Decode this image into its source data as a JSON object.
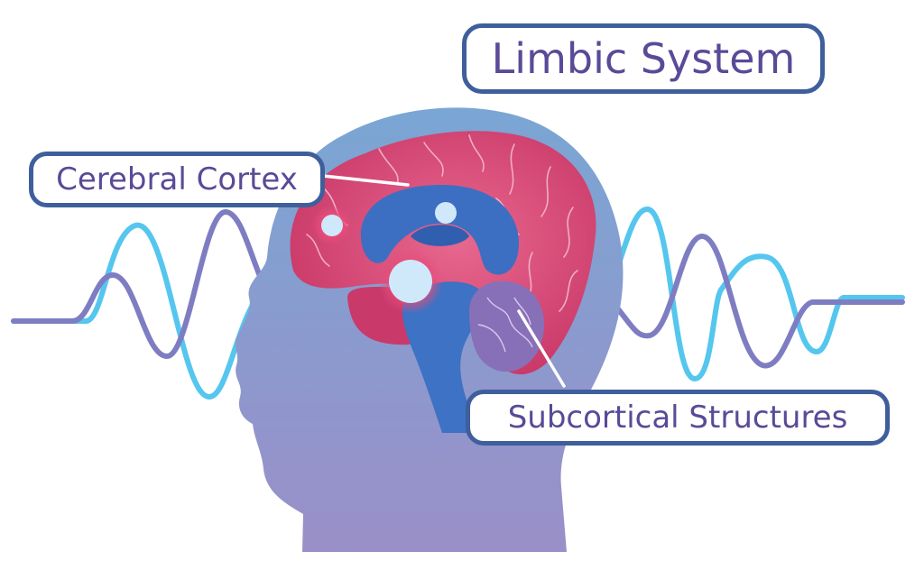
{
  "title": "Limbic System",
  "labels": {
    "cerebral_cortex": "Cerebral Cortex",
    "subcortical": "Subcortical Structures"
  },
  "colors": {
    "label_border": "#3e5f9c",
    "label_text": "#5a4a97",
    "wave_cyan": "#4fc3ec",
    "wave_purple": "#7e7cc0",
    "cortex_pink": "#d2416e",
    "ventricle_blue": "#3e6fc0",
    "glow_dot": "#cfe9fb",
    "head_top": "#7da7d3",
    "head_bottom": "#9890c8"
  },
  "icons": [
    "human-head-silhouette",
    "brain-illustration",
    "brain-wave-lines"
  ]
}
